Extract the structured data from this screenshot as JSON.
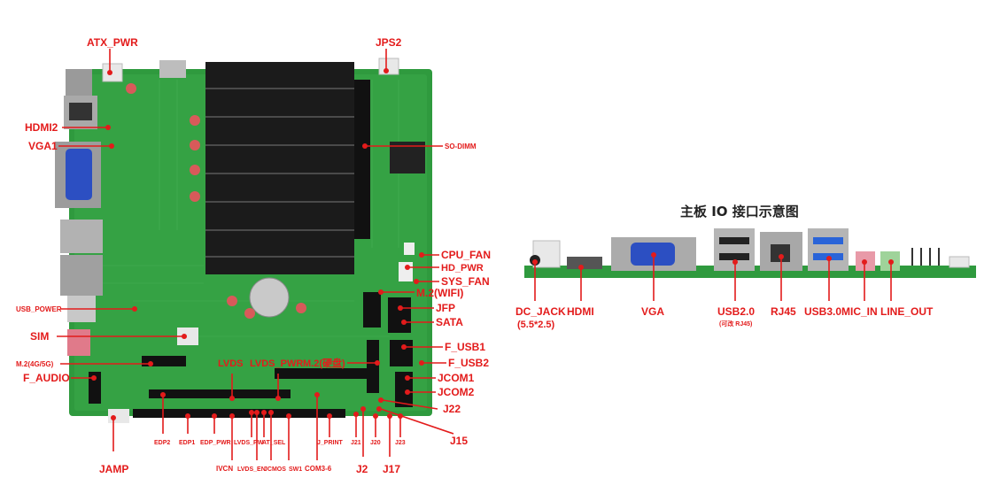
{
  "colors": {
    "label": "#e31b1b",
    "pcb": "#2f9a3e",
    "heatsink": "#1b1b1b"
  },
  "io_title": "主板 IO 接口示意图",
  "board_labels": {
    "atx_pwr": "ATX_PWR",
    "jps2": "JPS2",
    "hdmi2": "HDMI2",
    "vga1": "VGA1",
    "so_dimm": "SO-DIMM",
    "cpu_fan": "CPU_FAN",
    "hd_pwr": "HD_PWR",
    "sys_fan": "SYS_FAN",
    "m2_wifi": "M.2(WIFI)",
    "jfp": "JFP",
    "sata": "SATA",
    "usb_power": "USB_POWER",
    "sim": "SIM",
    "f_usb1": "F_USB1",
    "f_usb2": "F_USB2",
    "m2_4g5g": "M.2(4G/5G)",
    "lvds": "LVDS",
    "lvds_pwr": "LVDS_PWR",
    "m2_disk": "M.2(硬盘)",
    "f_audio": "F_AUDIO",
    "jcom1": "JCOM1",
    "jcom2": "JCOM2",
    "j22": "J22",
    "j15": "J15",
    "edp2": "EDP2",
    "edp1": "EDP1",
    "edp_pwr": "EDP_PWR",
    "lvds_pw": "LVDS_PW",
    "at_sel": "AT_SEL",
    "j_print": "J_PRINT",
    "j21": "J21",
    "j20": "J20",
    "j23": "J23",
    "jamp": "JAMP",
    "ivcn": "IVCN",
    "lvds_en": "LVDS_EN",
    "jcmos": "JCMOS",
    "sw1": "SW1",
    "com3_6": "COM3-6",
    "j2": "J2",
    "j17": "J17"
  },
  "io_labels": {
    "dc_jack": "DC_JACK",
    "dc_jack_spec": "(5.5*2.5)",
    "hdmi": "HDMI",
    "vga": "VGA",
    "usb20": "USB2.0",
    "usb20_note": "(可改 RJ45)",
    "rj45": "RJ45",
    "usb30": "USB3.0",
    "mic_in": "MIC_IN",
    "line_out": "LINE_OUT"
  }
}
